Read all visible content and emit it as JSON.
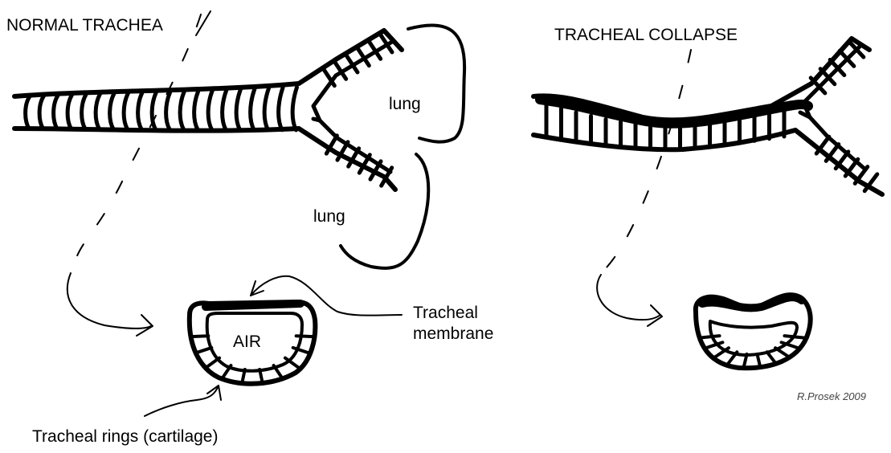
{
  "labels": {
    "normal_title": "NORMAL TRACHEA",
    "collapse_title": "TRACHEAL COLLAPSE",
    "lung_upper": "lung",
    "lung_lower": "lung",
    "air": "AIR",
    "membrane_line1": "Tracheal",
    "membrane_line2": "membrane",
    "rings": "Tracheal rings (cartilage)",
    "credit": "R.Prosek 2009"
  },
  "colors": {
    "ink": "#000000",
    "background": "#ffffff",
    "credit_text": "#444444"
  }
}
